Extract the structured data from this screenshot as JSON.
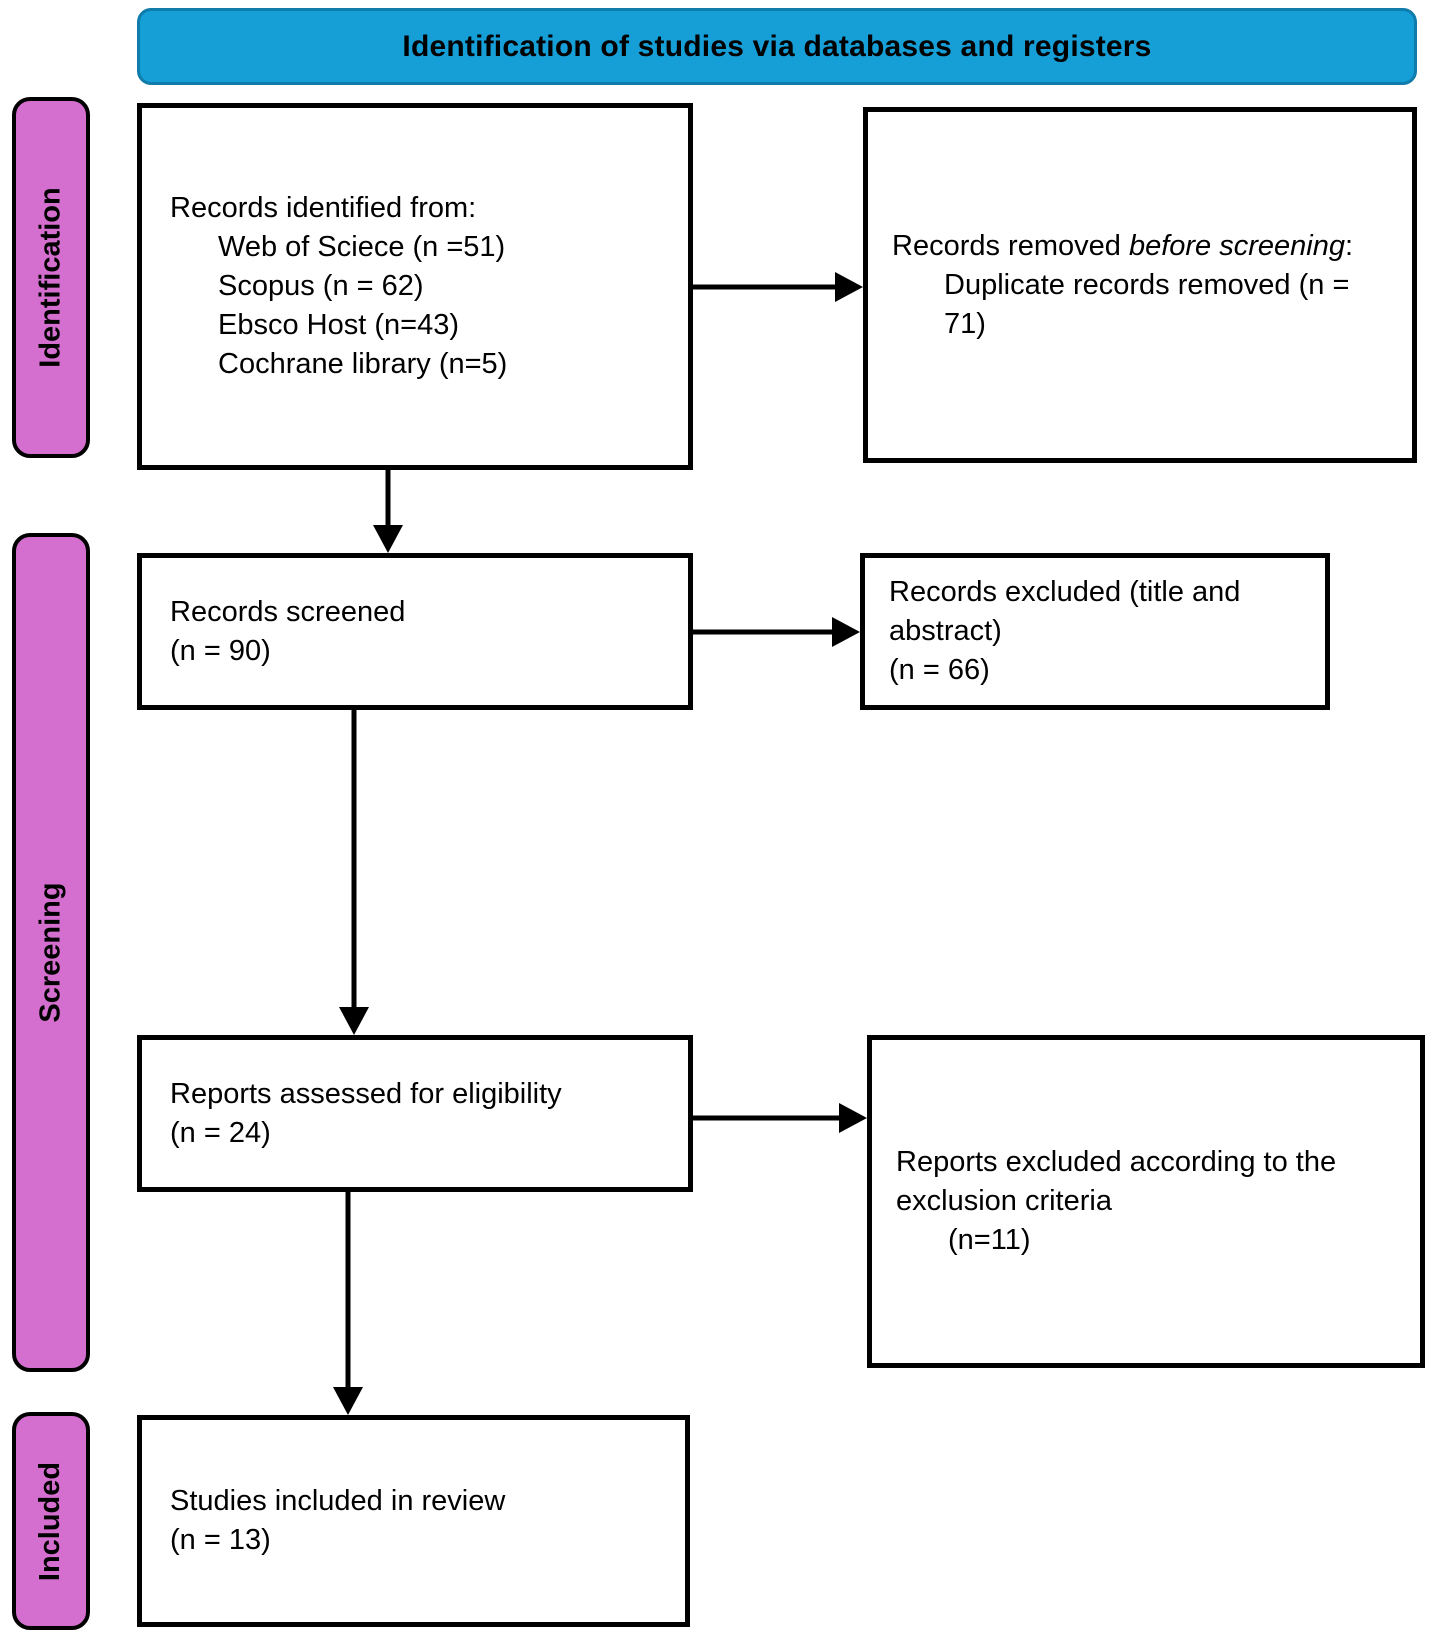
{
  "banner": {
    "title": "Identification of studies via databases and registers"
  },
  "stages": [
    {
      "label": "Identification"
    },
    {
      "label": "Screening"
    },
    {
      "label": "Included"
    }
  ],
  "boxes": {
    "records_identified": {
      "intro": "Records identified from:",
      "sources": [
        "Web of Sciece (n =51)",
        "Scopus (n = 62)",
        "Ebsco Host (n=43)",
        "Cochrane library (n=5)"
      ]
    },
    "records_removed": {
      "prefix": "Records removed ",
      "emphasis": "before screening",
      "suffix": ":",
      "detail": "Duplicate records removed (n = 71)"
    },
    "records_screened": {
      "title": "Records screened",
      "count": "(n = 90)"
    },
    "records_excluded": {
      "title": "Records excluded (title and abstract)",
      "count": "(n = 66)"
    },
    "reports_assessed": {
      "title": "Reports assessed for eligibility",
      "count": "(n = 24)"
    },
    "reports_excluded": {
      "title": "Reports excluded according to the exclusion criteria",
      "count": "(n=11)"
    },
    "studies_included": {
      "title": "Studies included in review",
      "count": "(n = 13)"
    }
  },
  "colors": {
    "banner_fill": "#169ED7",
    "banner_border": "#0F7CAB",
    "stage_fill": "#D56FCF",
    "line_color": "#000000"
  }
}
